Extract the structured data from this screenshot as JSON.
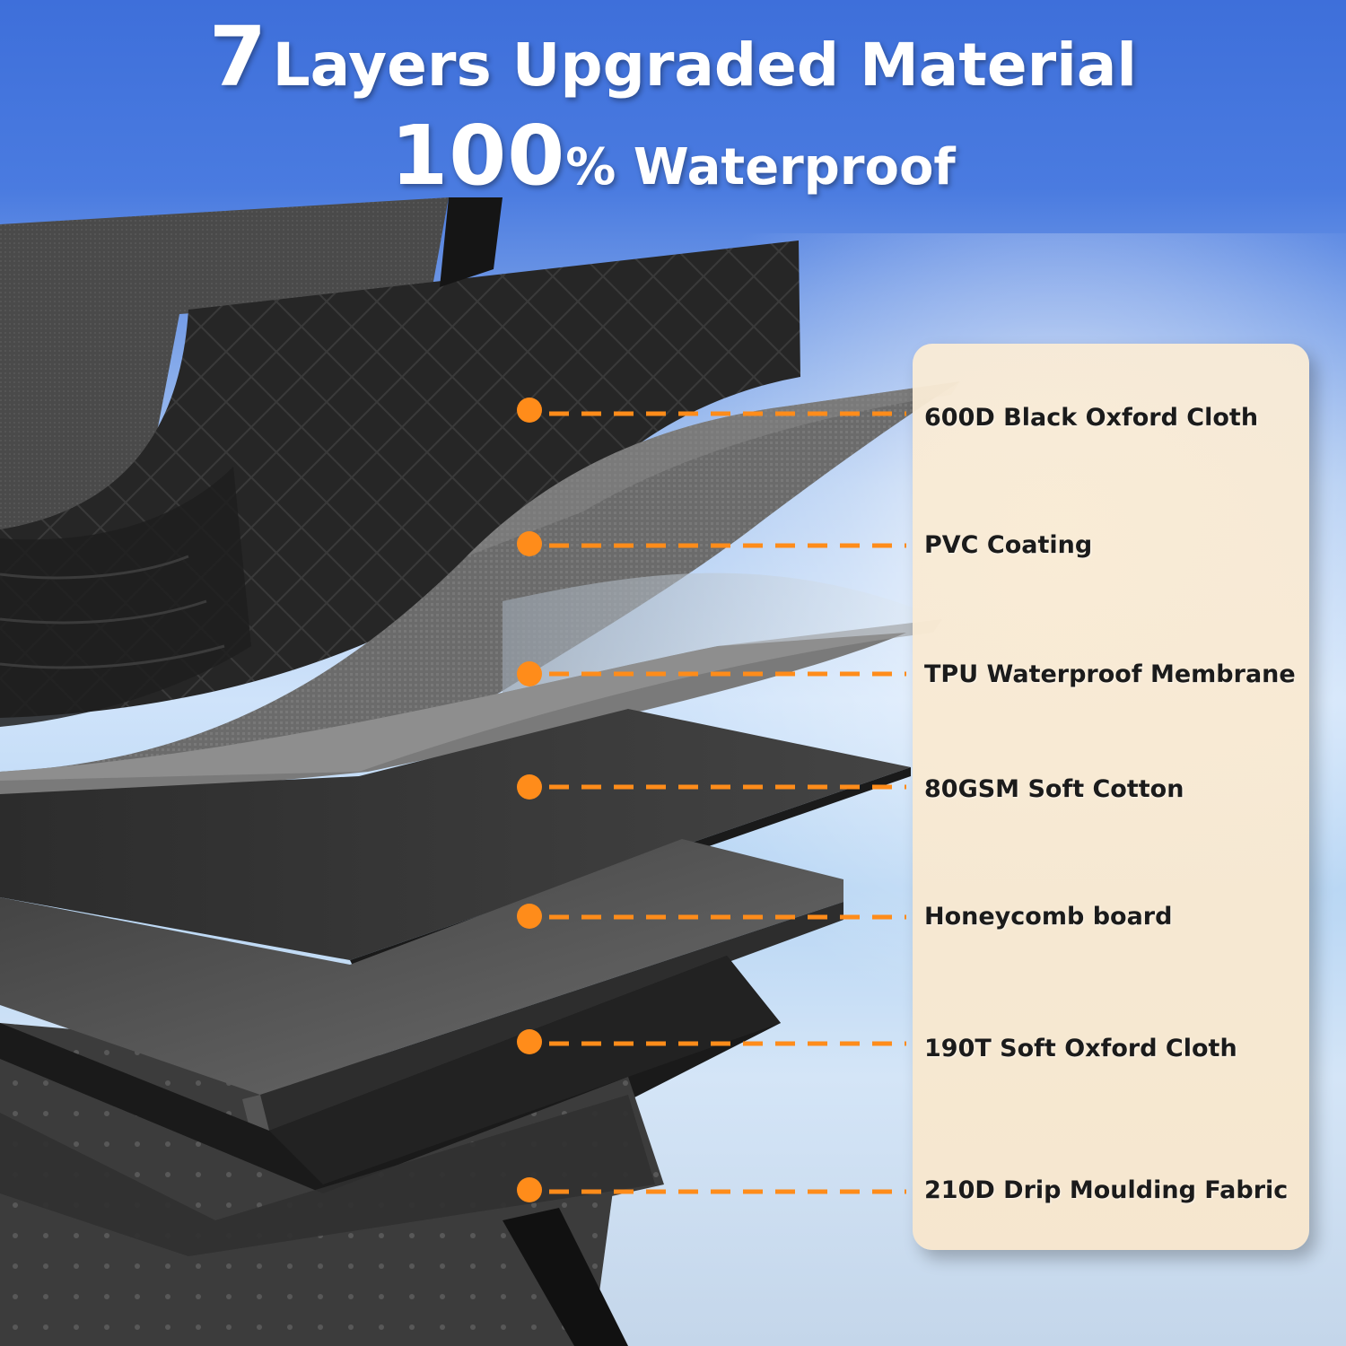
{
  "headline": {
    "line1_num": "7",
    "line1_text": "Layers Upgraded Material",
    "line2_num": "100",
    "line2_text": "% Waterproof"
  },
  "layers": [
    {
      "label": "600D Black Oxford Cloth"
    },
    {
      "label": "PVC Coating"
    },
    {
      "label": "TPU Waterproof Membrane"
    },
    {
      "label": "80GSM Soft Cotton"
    },
    {
      "label": "Honeycomb board"
    },
    {
      "label": "190T Soft Oxford Cloth"
    },
    {
      "label": "210D Drip Moulding Fabric"
    }
  ],
  "colors": {
    "accent": "#ff8c1a",
    "sky_top": "#3e6fda",
    "panel": "#f8e7cd"
  }
}
